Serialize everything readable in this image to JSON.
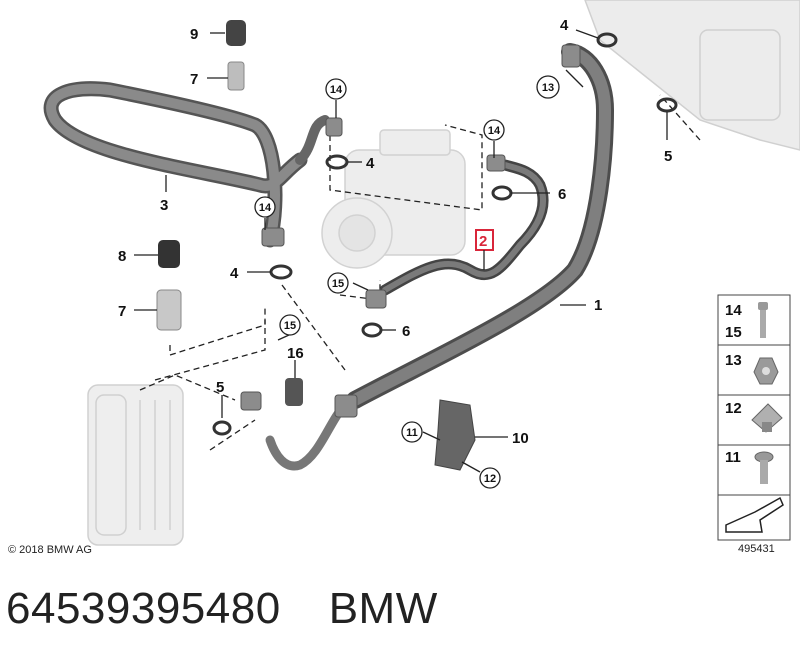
{
  "copyright": "© 2018 BMW AG",
  "diagram_id": "495431",
  "caption": {
    "part_number": "64539395480",
    "brand": "BMW"
  },
  "callouts": {
    "c1": "1",
    "c2": "2",
    "c3": "3",
    "c4a": "4",
    "c4b": "4",
    "c4c": "4",
    "c5a": "5",
    "c5b": "5",
    "c6a": "6",
    "c6b": "6",
    "c7a": "7",
    "c7b": "7",
    "c8": "8",
    "c9": "9",
    "c10": "10",
    "c11": "11",
    "c12": "12",
    "c13": "13",
    "c14a": "14",
    "c14b": "14",
    "c14c": "14",
    "c15a": "15",
    "c15b": "15",
    "c16": "16"
  },
  "legend": [
    {
      "labels": [
        "14",
        "15"
      ],
      "icon": "bolt-icon"
    },
    {
      "labels": [
        "13"
      ],
      "icon": "hex-nut-icon"
    },
    {
      "labels": [
        "12"
      ],
      "icon": "clip-nut-icon"
    },
    {
      "labels": [
        "11"
      ],
      "icon": "screw-icon"
    },
    {
      "labels": [],
      "icon": "arrow-icon"
    }
  ],
  "highlight": {
    "part": "2",
    "color": "#d9263a"
  },
  "colors": {
    "hose": "#7a7a7a",
    "hose_dark": "#555555",
    "ghost": "#e4e4e4",
    "line": "#222222"
  }
}
